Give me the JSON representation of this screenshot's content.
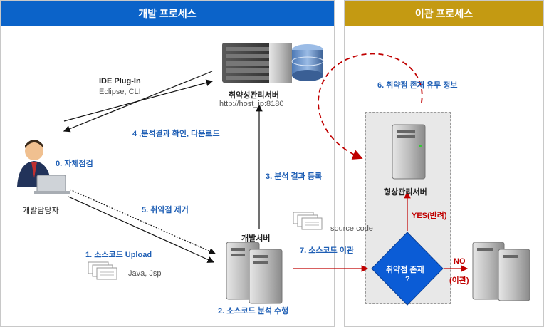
{
  "lanes": {
    "dev": {
      "title": "개발 프로세스",
      "color": "#0b63c9"
    },
    "migrate": {
      "title": "이관 프로세스",
      "color": "#c49a12"
    }
  },
  "nodes": {
    "vuln_server": {
      "label": "취약성관리서버",
      "url": "http://host_ip:8180"
    },
    "developer": {
      "label": "개발담당자"
    },
    "dev_server": {
      "label": "개발서버"
    },
    "config_server": {
      "label": "형상관리서버"
    },
    "decision": {
      "line1": "취약점 존재",
      "line2": "?"
    }
  },
  "ide": {
    "title": "IDE Plug-In",
    "sub": "Eclipse, CLI"
  },
  "steps": {
    "s0": "0. 자체점검",
    "s1": "1. 소스코드 Upload",
    "s2": "2. 소스코드 분석 수행",
    "s3": "3. 분석 결과 등록",
    "s4": "4 ,분석결과 확인, 다운로드",
    "s5": "5. 취약점 제거",
    "s6": "6. 취약점 존재 유무 정보",
    "s7": "7. 소스코드 이관"
  },
  "files": {
    "java": "Java, Jsp",
    "source": "source code"
  },
  "branches": {
    "yes": "YES(반려)",
    "no": "NO",
    "no_sub": "(이관)"
  },
  "colors": {
    "step_text": "#1f5fb5",
    "arrow_red": "#c00000",
    "decision_fill": "#0b5cd6"
  }
}
